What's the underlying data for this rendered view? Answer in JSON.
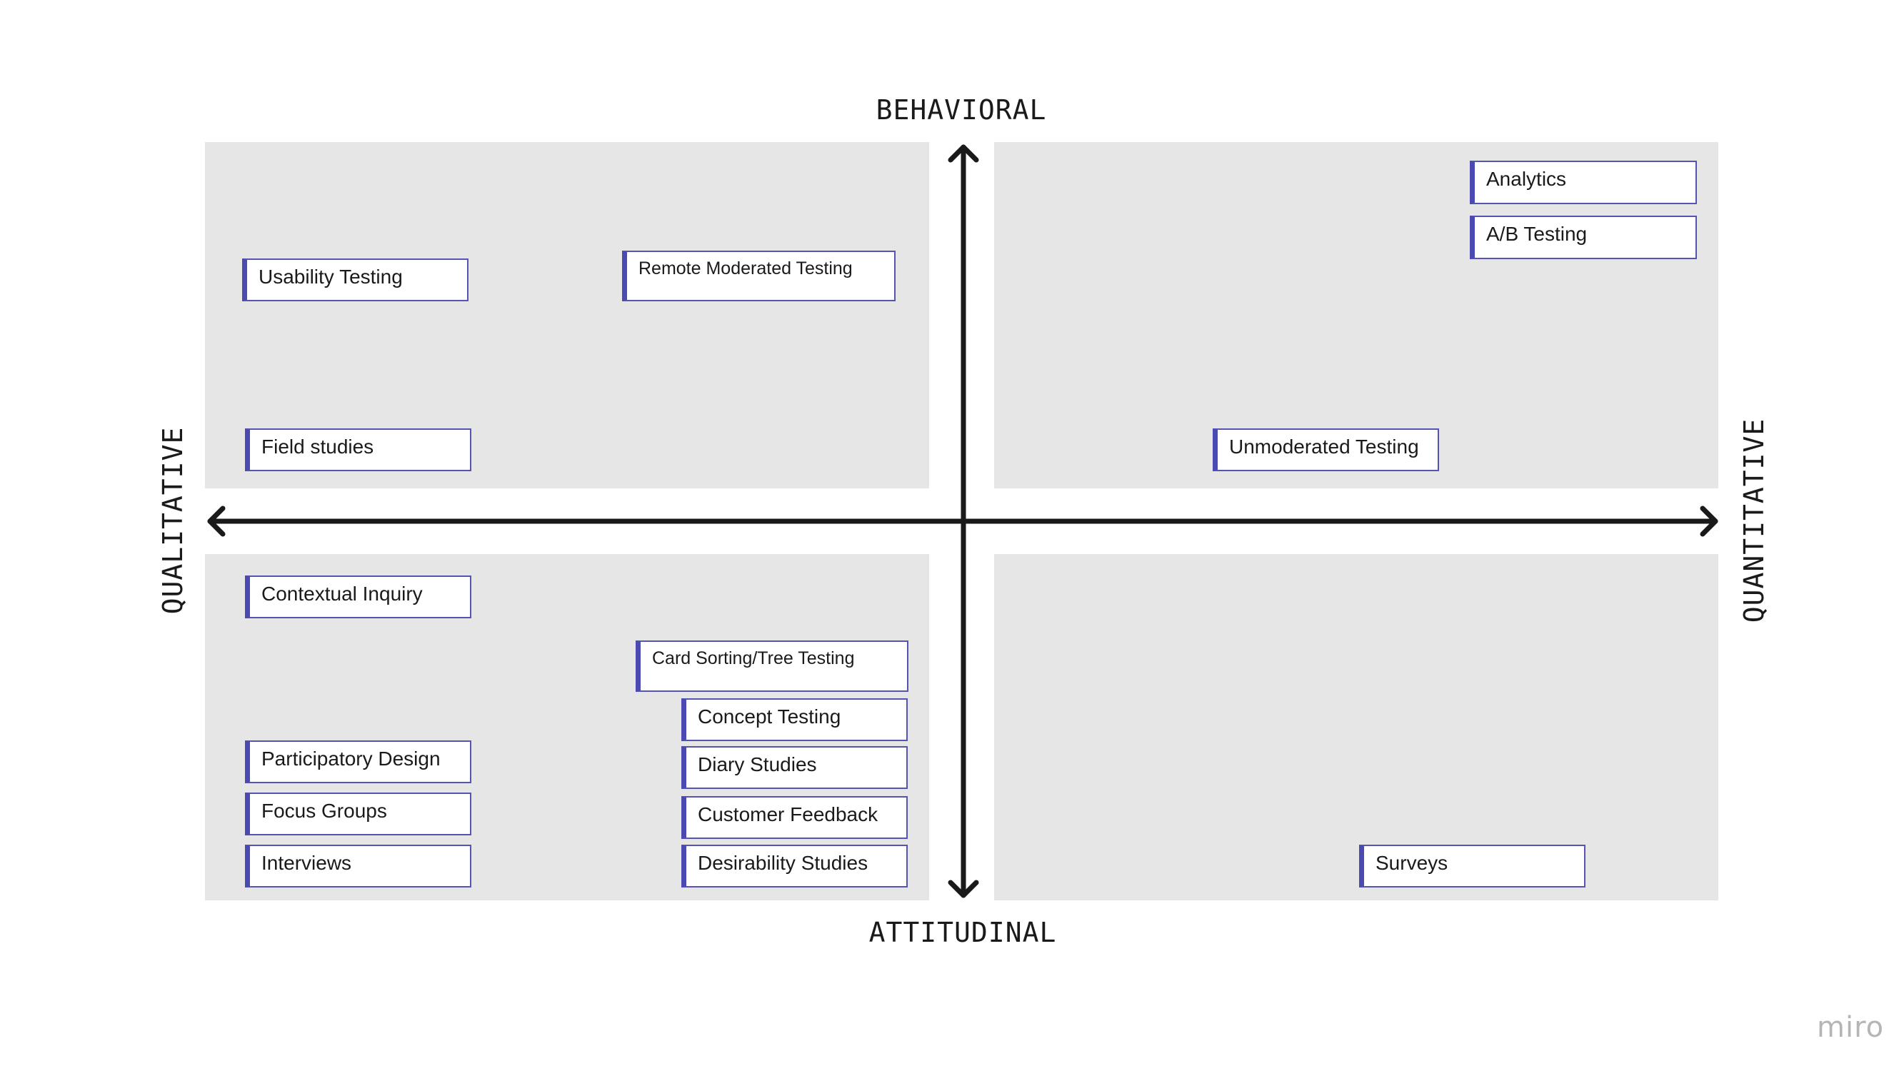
{
  "axes": {
    "top": "BEHAVIORAL",
    "bottom": "ATTITUDINAL",
    "left": "QUALITATIVE",
    "right": "QUANTITATIVE"
  },
  "cards": {
    "usability_testing": "Usability Testing",
    "remote_moderated_testing": "Remote Moderated Testing",
    "field_studies": "Field studies",
    "analytics": "Analytics",
    "ab_testing": "A/B Testing",
    "unmoderated_testing": "Unmoderated Testing",
    "contextual_inquiry": "Contextual Inquiry",
    "card_sorting": "Card Sorting/Tree Testing",
    "concept_testing": "Concept Testing",
    "participatory_design": "Participatory Design",
    "diary_studies": "Diary Studies",
    "focus_groups": "Focus Groups",
    "customer_feedback": "Customer Feedback",
    "interviews": "Interviews",
    "desirability_studies": "Desirability Studies",
    "surveys": "Surveys"
  },
  "brand": {
    "logo": "miro"
  },
  "colors": {
    "quadrant": "#e6e6e6",
    "card_accent": "#4a4ab0",
    "axis": "#1a1a1a"
  }
}
